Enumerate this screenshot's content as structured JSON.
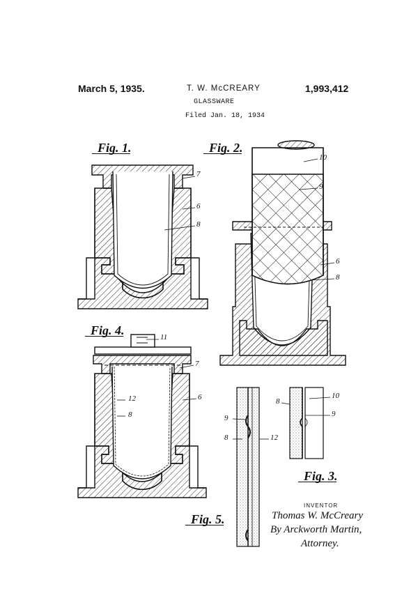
{
  "header": {
    "date": "March 5, 1935.",
    "inventor": "T. W. McCREARY",
    "patent_number": "1,993,412",
    "title": "GLASSWARE",
    "filed": "Filed Jan. 18, 1934"
  },
  "figures": {
    "fig1": "Fig. 1.",
    "fig2": "Fig. 2.",
    "fig3": "Fig. 3.",
    "fig4": "Fig. 4.",
    "fig5": "Fig. 5."
  },
  "refs": {
    "r6": "6",
    "r7": "7",
    "r8": "8",
    "r9": "9",
    "r10": "10",
    "r11": "11",
    "r12": "12"
  },
  "signature": {
    "label": "INVENTOR",
    "name": "Thomas W. McCreary",
    "by": "By Arckworth Martin,",
    "attorney": "Attorney."
  },
  "colors": {
    "ink": "#111111",
    "paper": "#ffffff"
  }
}
